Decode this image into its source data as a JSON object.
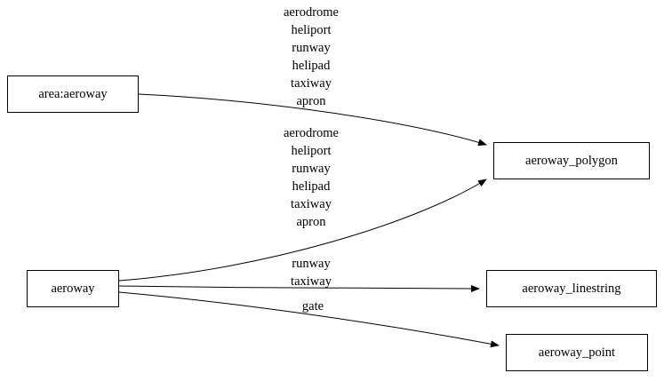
{
  "diagram": {
    "background_color": "#ffffff",
    "node_border_color": "#000000",
    "edge_color": "#000000",
    "text_color": "#000000",
    "nodes": [
      {
        "id": "area_aeroway",
        "label": "area:aeroway"
      },
      {
        "id": "aeroway",
        "label": "aeroway"
      },
      {
        "id": "aeroway_polygon",
        "label": "aeroway_polygon"
      },
      {
        "id": "aeroway_linestring",
        "label": "aeroway_linestring"
      },
      {
        "id": "aeroway_point",
        "label": "aeroway_point"
      }
    ],
    "edges": [
      {
        "from": "area:aeroway",
        "to": "aeroway_polygon",
        "label": "aerodrome\nheliport\nrunway\nhelipad\ntaxiway\napron"
      },
      {
        "from": "aeroway",
        "to": "aeroway_polygon",
        "label": "aerodrome\nheliport\nrunway\nhelipad\ntaxiway\napron"
      },
      {
        "from": "aeroway",
        "to": "aeroway_linestring",
        "label": "runway\ntaxiway"
      },
      {
        "from": "aeroway",
        "to": "aeroway_point",
        "label": "gate"
      }
    ]
  }
}
